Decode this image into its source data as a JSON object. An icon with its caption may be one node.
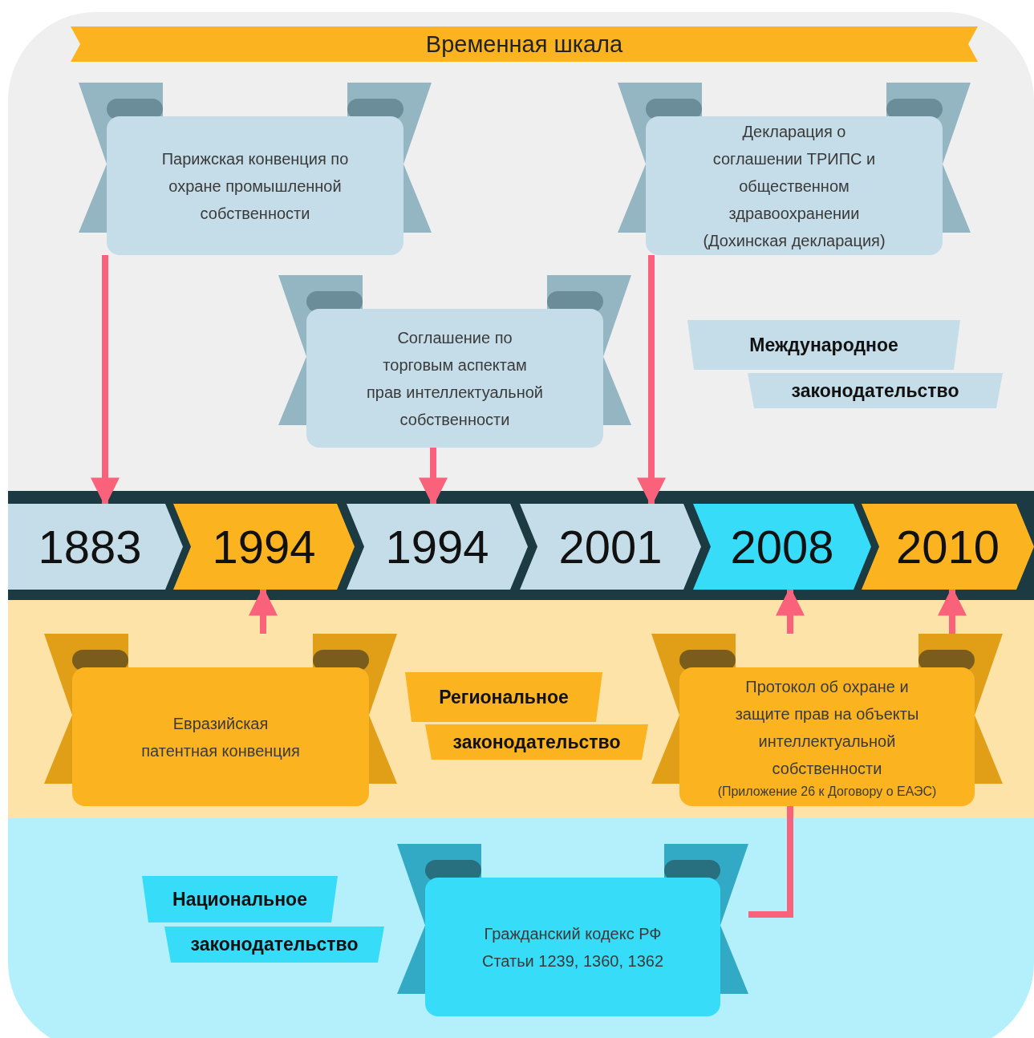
{
  "diagram": {
    "title": "Временная шкала",
    "nodes": [
      {
        "text": [
          "Парижская конвенция по охране промышленной собственности"
        ]
      },
      {
        "text": [
          "Декларация о соглашении ТРИПС и общественном здравоохранении (Дохинская декларация)"
        ]
      },
      {
        "text": [
          "Соглашение по торговым аспектам прав интеллектуальной собственности"
        ]
      },
      {
        "text": [
          "Международное"
        ]
      },
      {
        "text": [
          "законодательство"
        ]
      },
      {
        "text": [
          "1883"
        ]
      },
      {
        "text": [
          "1994"
        ]
      },
      {
        "text": [
          "1994"
        ]
      },
      {
        "text": [
          "2001"
        ]
      },
      {
        "text": [
          "2008"
        ]
      },
      {
        "text": [
          "2010"
        ]
      },
      {
        "text": [
          "Евразийская патентная конвенция"
        ]
      },
      {
        "text": [
          "Региональное"
        ]
      },
      {
        "text": [
          "законодательство"
        ]
      },
      {
        "text": [
          "Протокол об охране и защите прав на объекты интеллектуальной собственности",
          "(Приложение 26 к Договору о ЕАЭС)"
        ]
      },
      {
        "text": [
          "Национальное"
        ]
      },
      {
        "text": [
          "законодательство"
        ]
      },
      {
        "text": [
          "Гражданский кодекс РФ",
          "Статьи 1239, 1360, 1362"
        ]
      }
    ],
    "edges": [
      {
        "from": 0,
        "to": 5,
        "arrow": "to"
      },
      {
        "from": 2,
        "to": 7,
        "arrow": "to"
      },
      {
        "from": 1,
        "to": 8,
        "arrow": "to"
      },
      {
        "from": 11,
        "to": 6,
        "arrow": "to"
      },
      {
        "from": 14,
        "to": 9,
        "arrow": "to"
      },
      {
        "from": 14,
        "to": 10,
        "arrow": "to"
      },
      {
        "from": 17,
        "to": 14,
        "arrow": "none"
      }
    ]
  }
}
